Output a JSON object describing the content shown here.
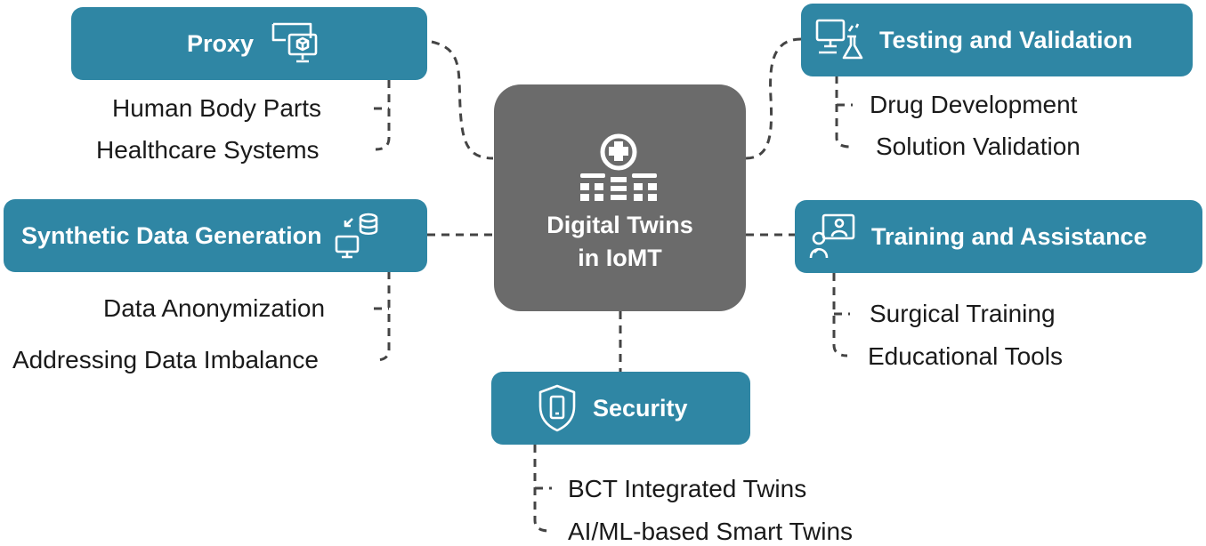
{
  "center": {
    "line1": "Digital Twins",
    "line2": "in IoMT",
    "icon": "hospital-icon"
  },
  "branches": [
    {
      "key": "proxy",
      "label": "Proxy",
      "icon": "monitor-cube-icon",
      "items": [
        "Human Body Parts",
        "Healthcare Systems"
      ]
    },
    {
      "key": "synthetic",
      "label": "Synthetic Data Generation",
      "icon": "data-transfer-icon",
      "items": [
        "Data Anonymization",
        "Addressing Data Imbalance"
      ]
    },
    {
      "key": "testing",
      "label": "Testing and Validation",
      "icon": "computer-lab-icon",
      "items": [
        "Drug Development",
        "Solution Validation"
      ]
    },
    {
      "key": "training",
      "label": "Training and Assistance",
      "icon": "online-teaching-icon",
      "items": [
        "Surgical Training",
        "Educational Tools"
      ]
    },
    {
      "key": "security",
      "label": "Security",
      "icon": "shield-device-icon",
      "items": [
        "BCT Integrated Twins",
        "AI/ML-based Smart Twins"
      ]
    }
  ],
  "colors": {
    "box": "#2f86a4",
    "center": "#6b6b6b",
    "connector": "#444444",
    "text": "#1a1a1a"
  }
}
